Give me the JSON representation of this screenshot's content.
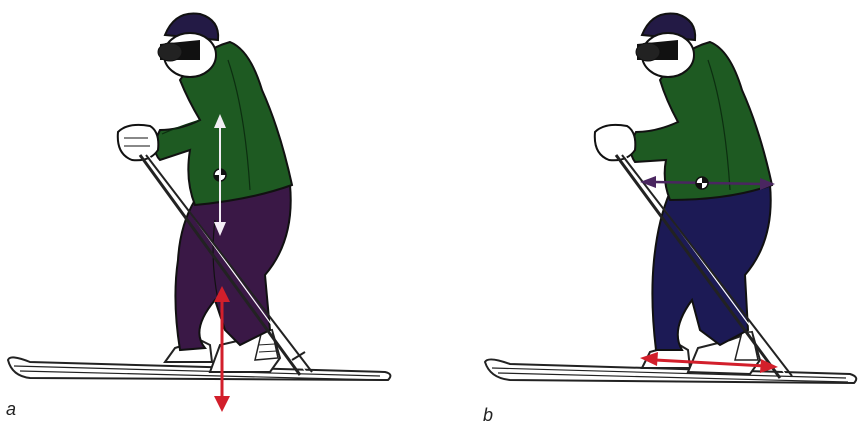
{
  "figure": {
    "panels": [
      {
        "label": "a",
        "arrows": "vertical"
      },
      {
        "label": "b",
        "arrows": "horizontal"
      }
    ]
  },
  "colors": {
    "jacket": "#1e5a22",
    "pants_a": "#3a1846",
    "pants_b": "#1c1a55",
    "hat": "#231a45",
    "arrow_red": "#d21f2b",
    "arrow_purple": "#4a2660",
    "arrow_white": "#f4eef6"
  }
}
